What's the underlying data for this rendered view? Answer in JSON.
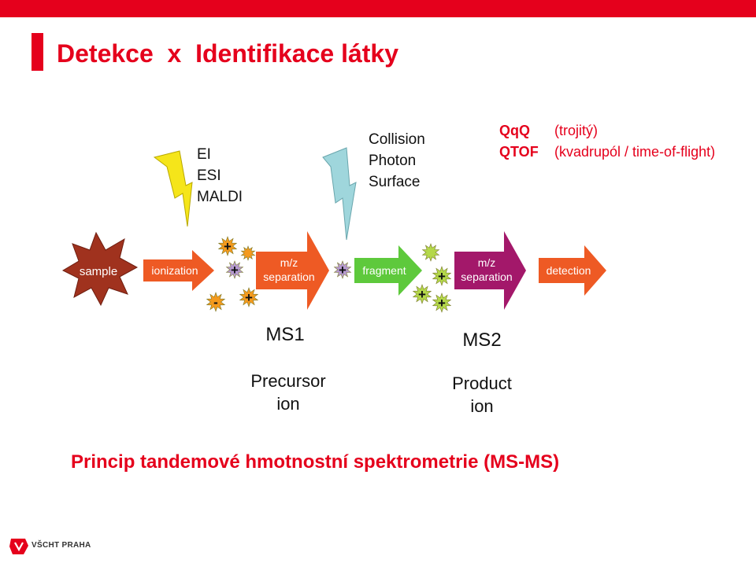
{
  "header": {
    "title": "Detekce  x  Identifikace látky"
  },
  "legend": [
    {
      "abbr": "QqQ",
      "desc": "(trojitý)"
    },
    {
      "abbr": "QTOF",
      "desc": "(kvadrupól / time-of-flight)"
    }
  ],
  "diagram": {
    "ionization_methods": [
      "EI",
      "ESI",
      "MALDI"
    ],
    "fragmentation_methods": [
      "Collision",
      "Photon",
      "Surface"
    ],
    "steps": {
      "sample": "sample",
      "ionization": "ionization",
      "separation1_line1": "m/z",
      "separation1_line2": "separation",
      "fragment": "fragment",
      "separation2_line1": "m/z",
      "separation2_line2": "separation",
      "detection": "detection"
    },
    "ms1": {
      "label": "MS1",
      "line1": "Precursor",
      "line2": "ion"
    },
    "ms2": {
      "label": "MS2",
      "line1": "Product",
      "line2": "ion"
    },
    "charge_plus": "+",
    "charge_minus": "-"
  },
  "caption": "Princip tandemové hmotnostní spektrometrie (MS-MS)",
  "footer": {
    "logo_text": "VŠCHT PRAHA"
  },
  "colors": {
    "accent": "#e5001c",
    "sample": "#a0321e",
    "arrow_orange": "#ee5a24",
    "arrow_green": "#5ec93c",
    "arrow_purple": "#a3186a",
    "bolt_yellow": "#f5e51a",
    "bolt_blue": "#9fd6dc",
    "ion_orange": "#f49a1e",
    "ion_green": "#b4d84a",
    "ion_purple": "#b69ad0"
  }
}
